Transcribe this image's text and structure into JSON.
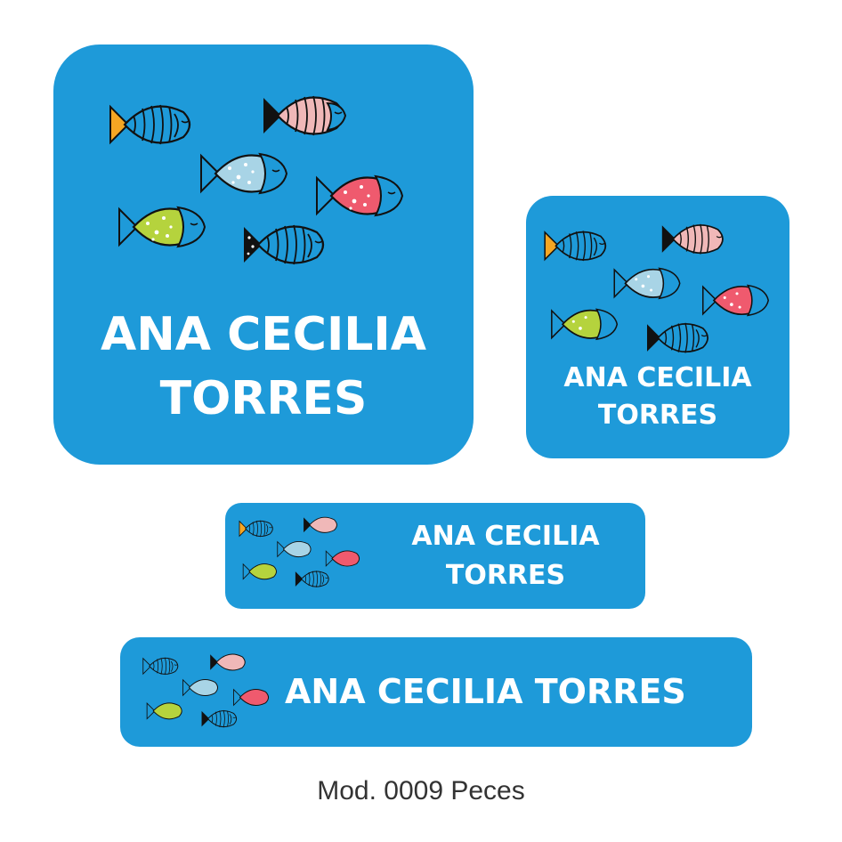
{
  "labels": {
    "big": {
      "line1": "ANA CECILIA",
      "line2": "TORRES"
    },
    "square": {
      "line1": "ANA CECILIA",
      "line2": "TORRES"
    },
    "medium": {
      "line1": "ANA CECILIA",
      "line2": "TORRES"
    },
    "wide": {
      "line1": "ANA CECILIA TORRES"
    }
  },
  "caption": "Mod. 0009 Peces",
  "colors": {
    "background": "#1e9ad9",
    "text": "#ffffff",
    "fish_orange_tail": "#f5a623",
    "fish_pink": "#f0b8b8",
    "fish_light_blue": "#a8d4e6",
    "fish_red": "#ef5a6e",
    "fish_lime": "#b5d33d",
    "outline": "#111111"
  },
  "icons": [
    "fish-icon"
  ]
}
